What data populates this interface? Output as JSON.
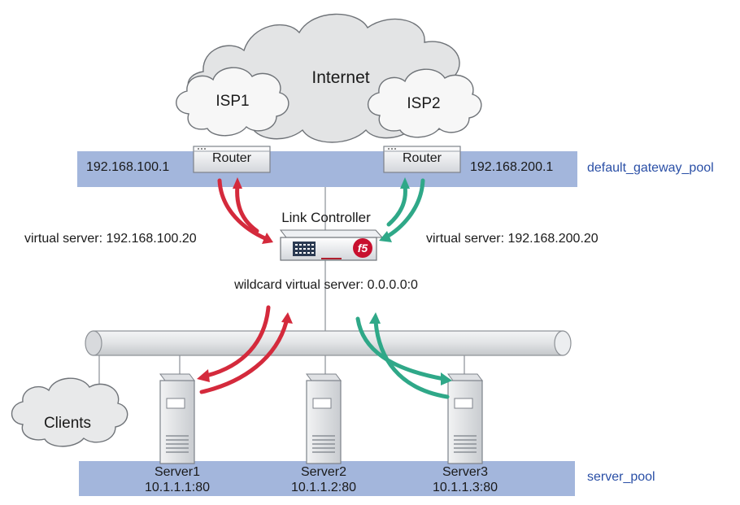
{
  "internet": {
    "label": "Internet"
  },
  "isp1": {
    "label": "ISP1"
  },
  "isp2": {
    "label": "ISP2"
  },
  "router1": {
    "label": "Router",
    "ip": "192.168.100.1"
  },
  "router2": {
    "label": "Router",
    "ip": "192.168.200.1"
  },
  "pools": {
    "gateway": "default_gateway_pool",
    "server": "server_pool"
  },
  "link_controller": {
    "label": "Link Controller",
    "logo": "f5"
  },
  "virtual_servers": {
    "left": "virtual server: 192.168.100.20",
    "right": "virtual server: 192.168.200.20",
    "wildcard": "wildcard virtual server: 0.0.0.0:0"
  },
  "clients": {
    "label": "Clients"
  },
  "servers": [
    {
      "name": "Server1",
      "address": "10.1.1.1:80"
    },
    {
      "name": "Server2",
      "address": "10.1.1.2:80"
    },
    {
      "name": "Server3",
      "address": "10.1.1.3:80"
    }
  ],
  "colors": {
    "band": "#a3b6dc",
    "red_arrow": "#d42a3c",
    "green_arrow": "#2fa888",
    "pool_text": "#2a4fa6"
  }
}
